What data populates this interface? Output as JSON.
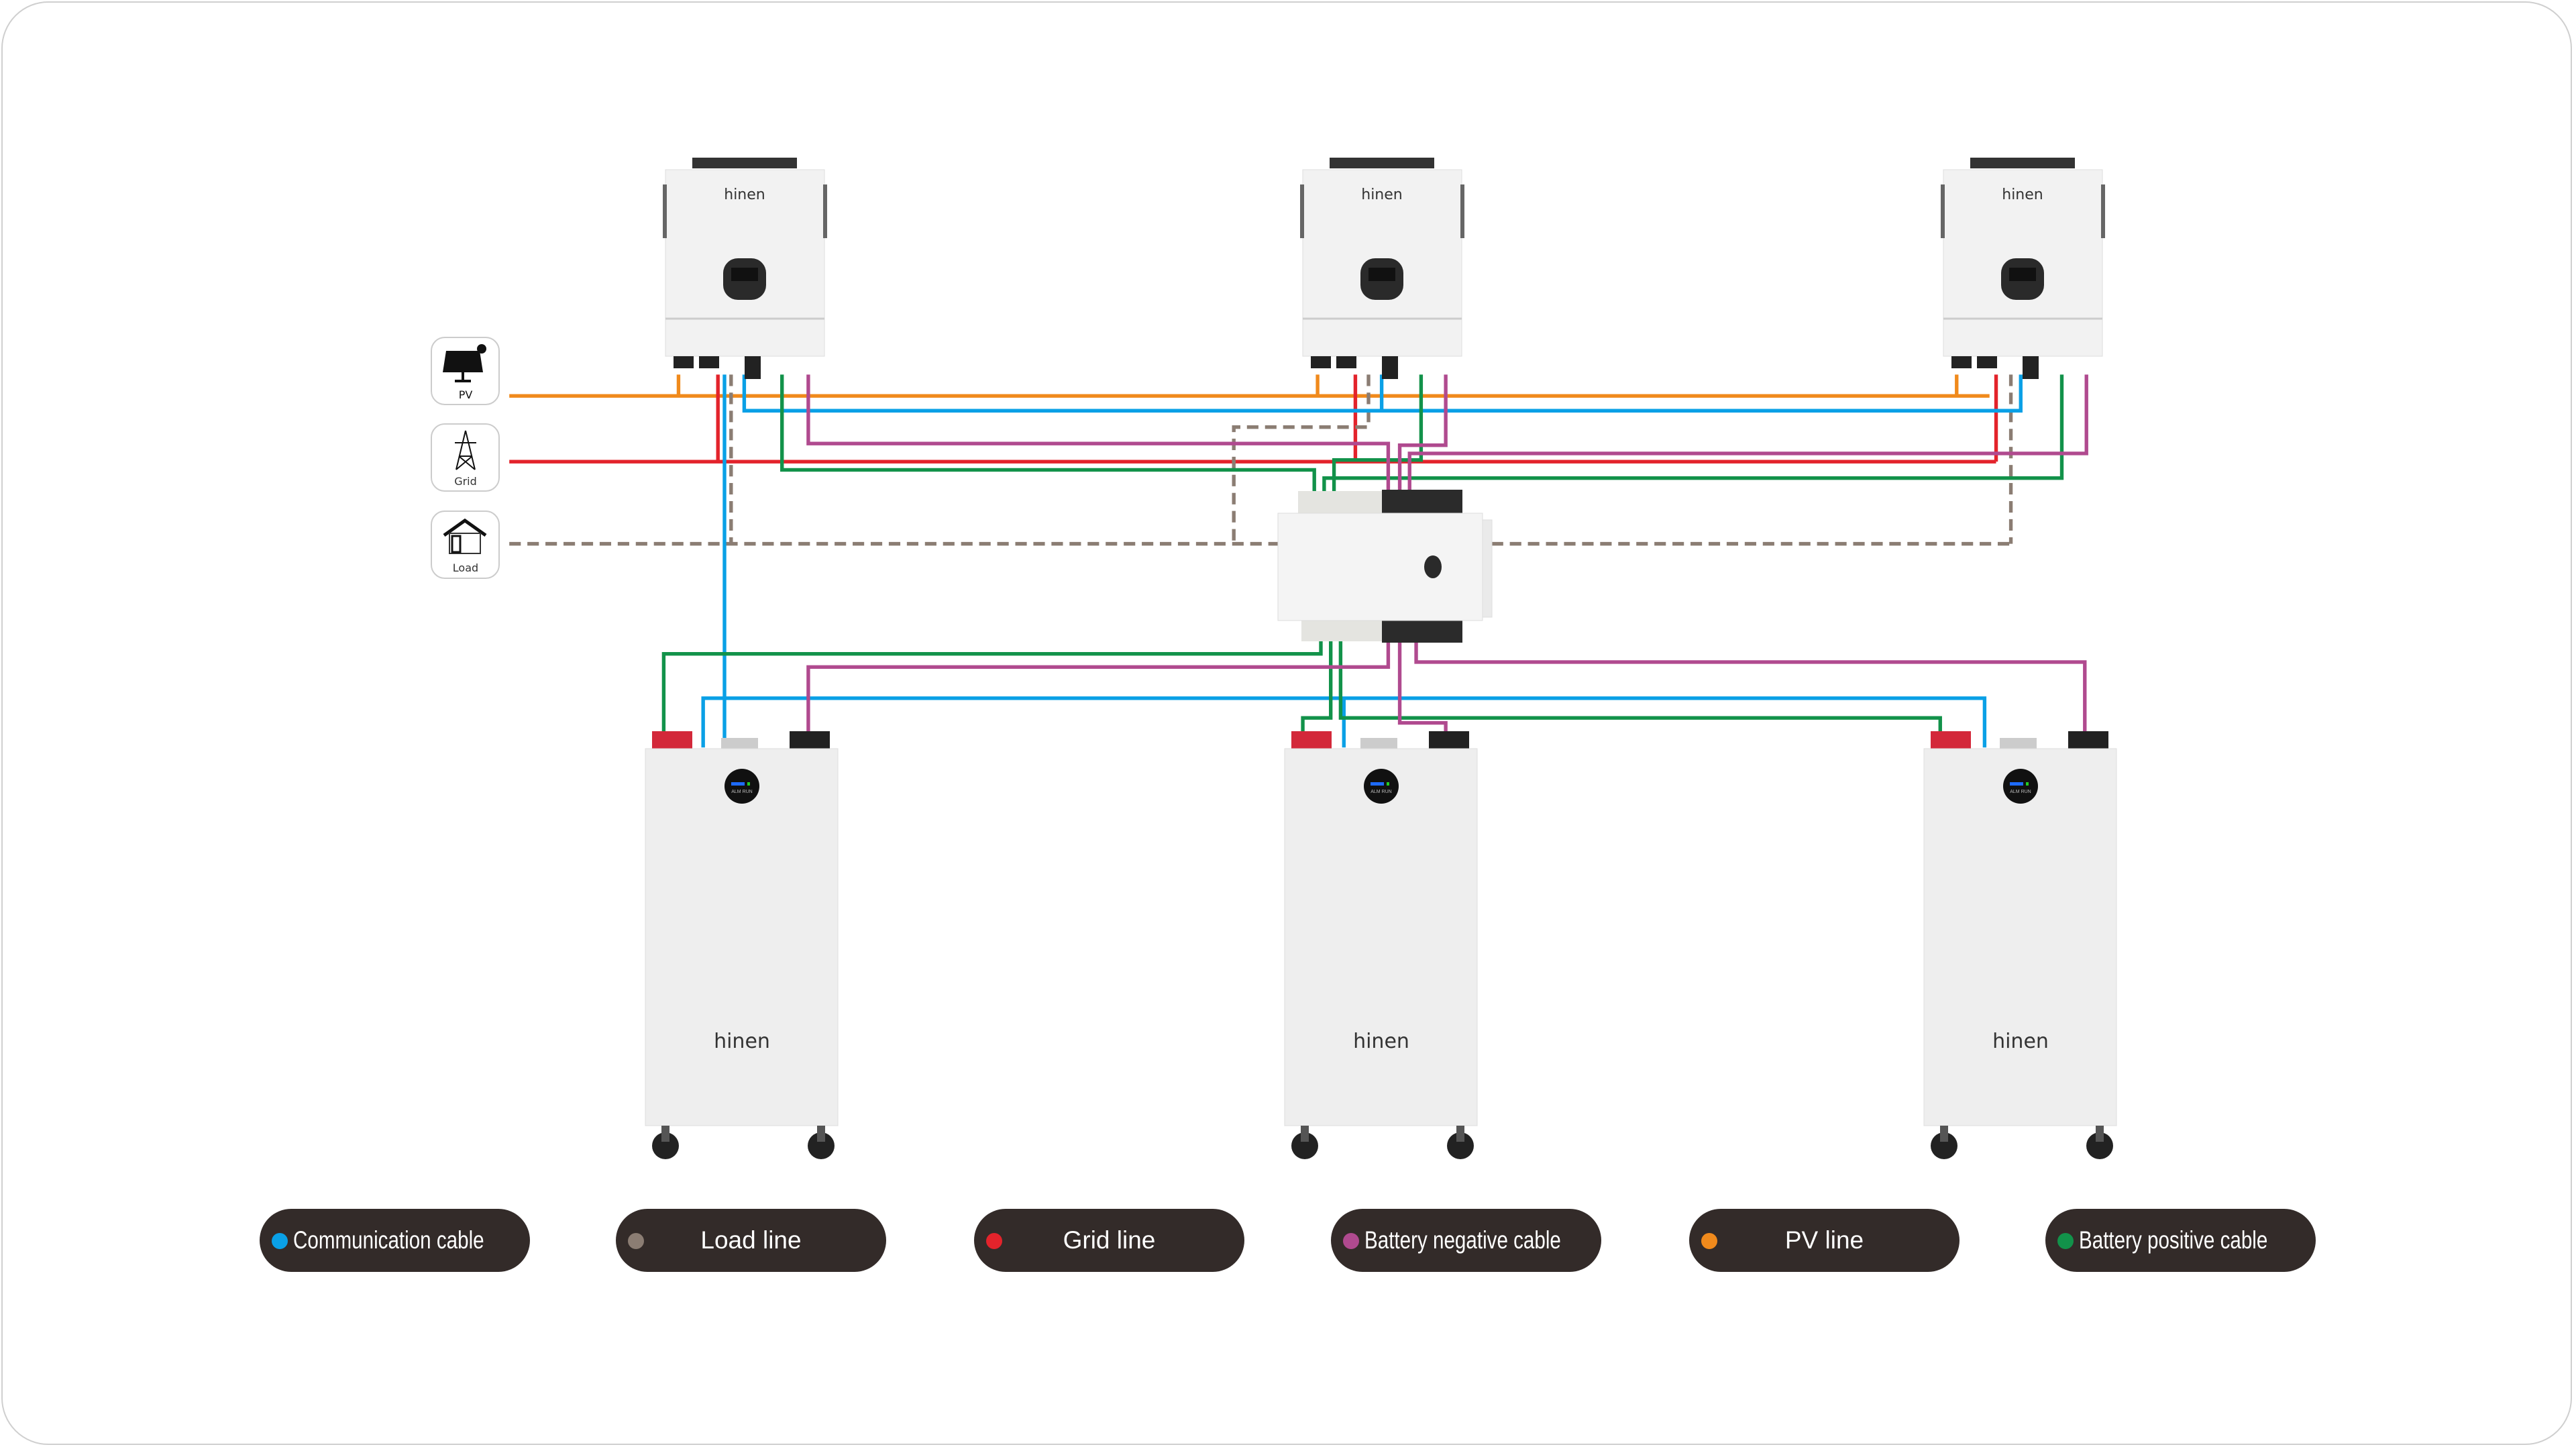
{
  "brand": "hinen",
  "sources": [
    {
      "id": "pv",
      "label": "PV"
    },
    {
      "id": "grid",
      "label": "Grid"
    },
    {
      "id": "load",
      "label": "Load"
    }
  ],
  "legend": [
    {
      "label": "Communication cable",
      "color": "#0aa0e6"
    },
    {
      "label": "Load line",
      "color": "#8b7d73"
    },
    {
      "label": "Grid line",
      "color": "#e3232b"
    },
    {
      "label": "Battery negative cable",
      "color": "#b04a8f"
    },
    {
      "label": "PV line",
      "color": "#f08a1c"
    },
    {
      "label": "Battery positive cable",
      "color": "#12924a"
    }
  ],
  "battery_indicator": "ALM RUN"
}
